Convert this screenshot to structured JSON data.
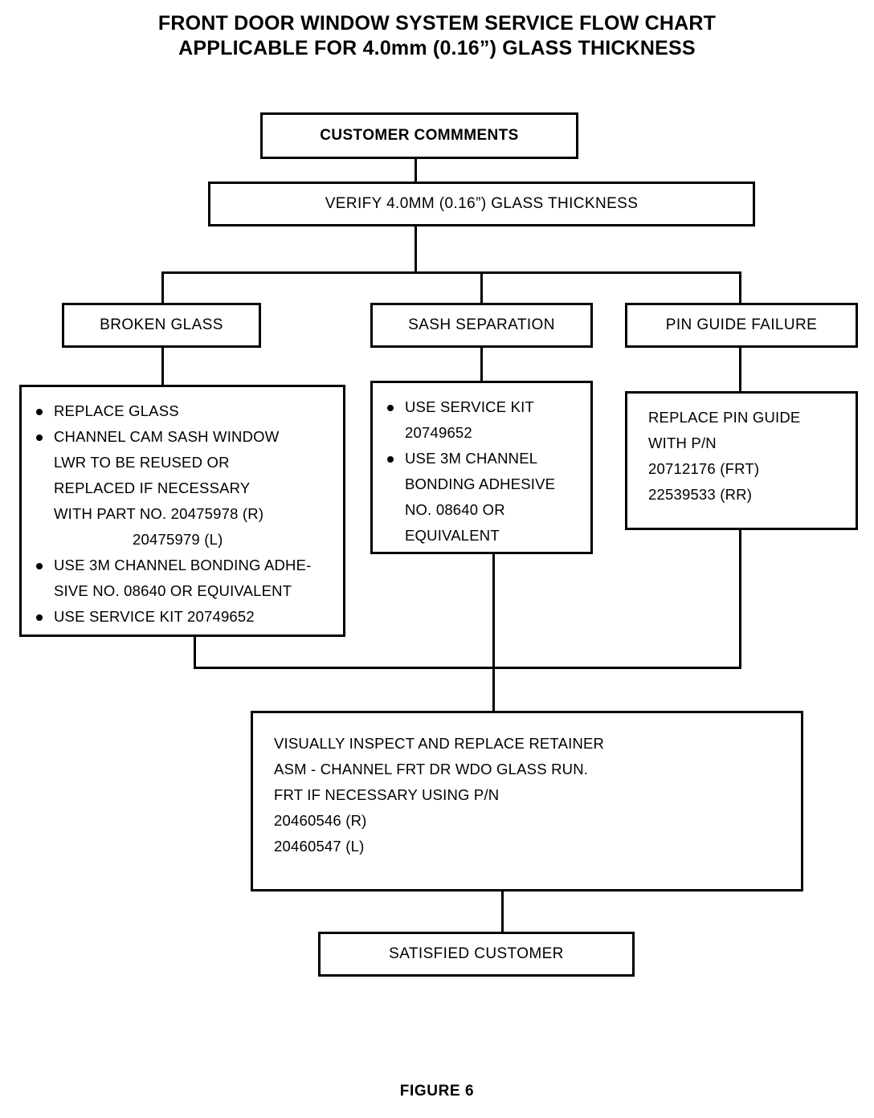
{
  "title": {
    "line1": "FRONT DOOR WINDOW SYSTEM SERVICE FLOW CHART",
    "line2": "APPLICABLE FOR 4.0mm (0.16”) GLASS THICKNESS"
  },
  "nodes": {
    "customer_comments": "CUSTOMER COMMMENTS",
    "verify_thickness": "VERIFY 4.0MM (0.16”) GLASS THICKNESS",
    "broken_glass": "BROKEN GLASS",
    "sash_separation": "SASH SEPARATION",
    "pin_guide_failure": "PIN GUIDE FAILURE",
    "satisfied_customer": "SATISFIED CUSTOMER"
  },
  "broken_glass_detail": {
    "l1": "REPLACE GLASS",
    "l2": "CHANNEL CAM SASH WINDOW",
    "l3": "LWR TO BE REUSED OR",
    "l4": "REPLACED IF NECESSARY",
    "l5": "WITH PART NO. 20475978 (R)",
    "l6": "20475979 (L)",
    "l7": "USE 3M CHANNEL BONDING ADHE-",
    "l8": "SIVE NO. 08640 OR EQUIVALENT",
    "l9": "USE SERVICE KIT 20749652"
  },
  "sash_separation_detail": {
    "l1": "USE SERVICE KIT",
    "l2": "20749652",
    "l3": "USE 3M CHANNEL",
    "l4": "BONDING ADHESIVE",
    "l5": "NO. 08640 OR",
    "l6": "EQUIVALENT"
  },
  "pin_guide_detail": {
    "l1": "REPLACE PIN GUIDE",
    "l2": "WITH P/N",
    "l3": "20712176 (FRT)",
    "l4": "22539533 (RR)"
  },
  "retainer_detail": {
    "l1": "VISUALLY INSPECT AND REPLACE RETAINER",
    "l2": "ASM - CHANNEL FRT DR WDO GLASS RUN.",
    "l3": "FRT IF NECESSARY USING P/N",
    "l4": "20460546 (R)",
    "l5": "20460547 (L)"
  },
  "figure": {
    "caption": "FIGURE 6"
  },
  "chart_data": {
    "type": "diagram",
    "title": "FRONT DOOR WINDOW SYSTEM SERVICE FLOW CHART APPLICABLE FOR 4.0mm (0.16”) GLASS THICKNESS",
    "nodes": [
      {
        "id": "customer_comments",
        "label": "CUSTOMER COMMMENTS"
      },
      {
        "id": "verify_thickness",
        "label": "VERIFY 4.0MM (0.16”) GLASS THICKNESS"
      },
      {
        "id": "broken_glass",
        "label": "BROKEN GLASS"
      },
      {
        "id": "sash_separation",
        "label": "SASH SEPARATION"
      },
      {
        "id": "pin_guide_failure",
        "label": "PIN GUIDE FAILURE"
      },
      {
        "id": "broken_glass_detail",
        "label": "REPLACE GLASS / CHANNEL CAM SASH WINDOW LWR TO BE REUSED OR REPLACED IF NECESSARY WITH PART NO. 20475978 (R) 20475979 (L) / USE 3M CHANNEL BONDING ADHESIVE NO. 08640 OR EQUIVALENT / USE SERVICE KIT 20749652"
      },
      {
        "id": "sash_separation_detail",
        "label": "USE SERVICE KIT 20749652 / USE 3M CHANNEL BONDING ADHESIVE NO. 08640 OR EQUIVALENT"
      },
      {
        "id": "pin_guide_detail",
        "label": "REPLACE PIN GUIDE WITH P/N 20712176 (FRT) 22539533 (RR)"
      },
      {
        "id": "retainer_detail",
        "label": "VISUALLY INSPECT AND REPLACE RETAINER ASM - CHANNEL FRT DR WDO GLASS RUN. FRT IF NECESSARY USING P/N 20460546 (R) 20460547 (L)"
      },
      {
        "id": "satisfied_customer",
        "label": "SATISFIED CUSTOMER"
      }
    ],
    "edges": [
      {
        "from": "customer_comments",
        "to": "verify_thickness"
      },
      {
        "from": "verify_thickness",
        "to": "broken_glass"
      },
      {
        "from": "verify_thickness",
        "to": "sash_separation"
      },
      {
        "from": "verify_thickness",
        "to": "pin_guide_failure"
      },
      {
        "from": "broken_glass",
        "to": "broken_glass_detail"
      },
      {
        "from": "sash_separation",
        "to": "sash_separation_detail"
      },
      {
        "from": "pin_guide_failure",
        "to": "pin_guide_detail"
      },
      {
        "from": "broken_glass_detail",
        "to": "retainer_detail"
      },
      {
        "from": "sash_separation_detail",
        "to": "retainer_detail"
      },
      {
        "from": "pin_guide_detail",
        "to": "retainer_detail"
      },
      {
        "from": "retainer_detail",
        "to": "satisfied_customer"
      }
    ]
  }
}
